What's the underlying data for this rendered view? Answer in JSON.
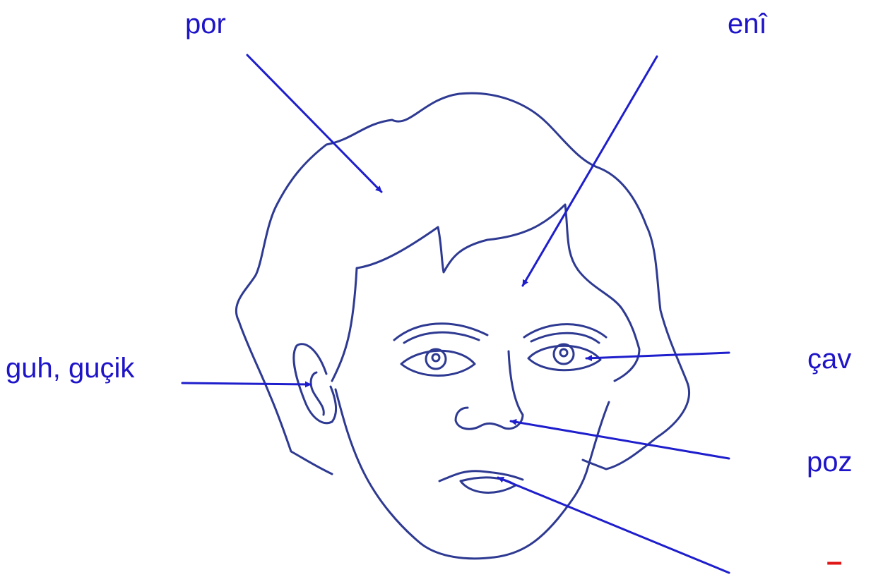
{
  "colors": {
    "line": "#2e3a92",
    "arrow": "#1e1ecc",
    "label": "#1e14c8",
    "accent": "#e01515"
  },
  "labels": {
    "hair": "por",
    "forehead": "enî",
    "ear": "guh, guçik",
    "eye": "çav",
    "nose": "poz",
    "mouth": "–"
  }
}
